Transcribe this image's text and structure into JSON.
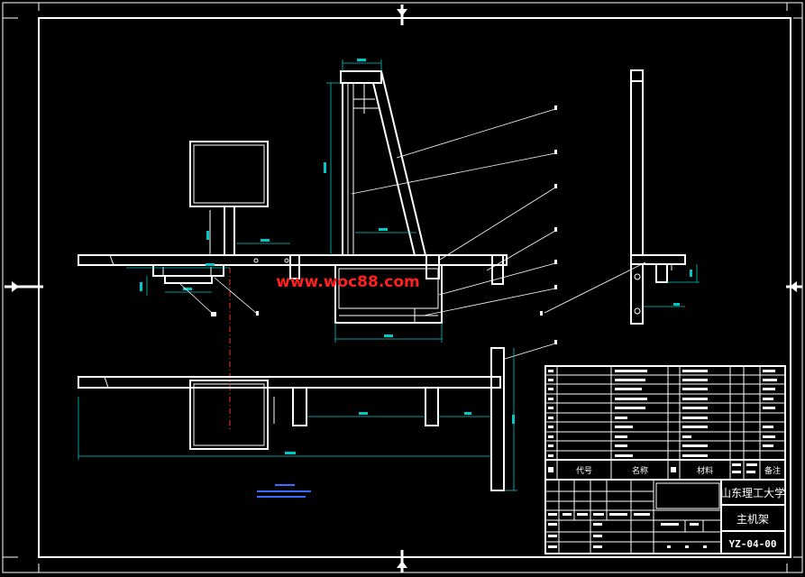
{
  "watermark": "www.woc88.com",
  "title_block": {
    "university": "山东理工大学",
    "drawing_name": "主机架",
    "drawing_number": "YZ-04-00"
  },
  "bom_header": {
    "code": "代号",
    "name": "名称",
    "material": "材料",
    "remark": "备注"
  },
  "colors": {
    "background": "#000000",
    "lines": "#ffffff",
    "dimensions": "#00c8c8",
    "centerline": "#ff3030",
    "watermark": "#ff2020",
    "notes": "#3a6bff"
  }
}
